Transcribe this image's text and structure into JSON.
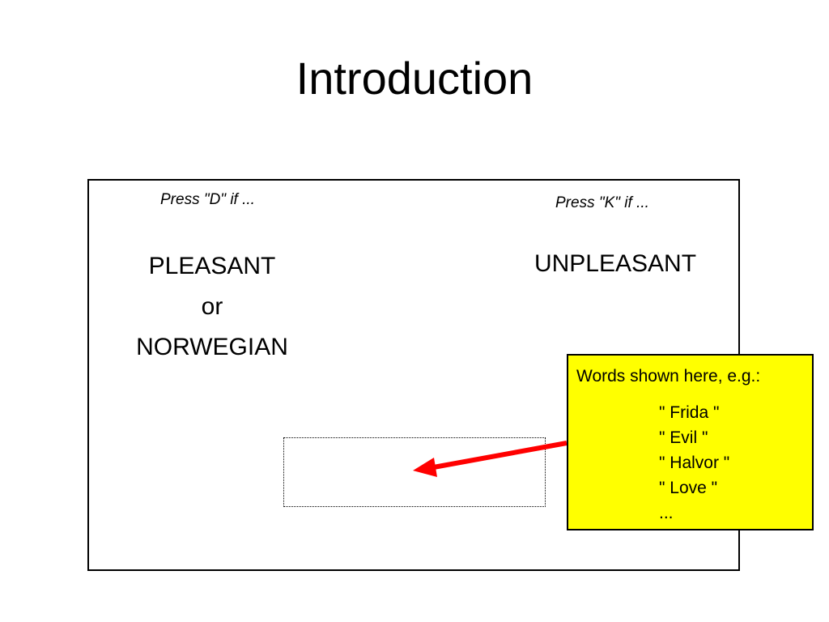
{
  "slide": {
    "title": "Introduction"
  },
  "screen": {
    "left_instruction": "Press \"D\" if ...",
    "right_instruction": "Press \"K\" if ...",
    "left_categories": [
      "PLEASANT",
      "or",
      "NORWEGIAN"
    ],
    "right_category": "UNPLEASANT"
  },
  "callout": {
    "heading": "Words shown here, e.g.:",
    "examples": [
      "\" Frida \"",
      "\" Evil \"",
      "\" Halvor \"",
      "\" Love \"",
      "..."
    ],
    "background_color": "#ffff00",
    "arrow_color": "#ff0000"
  }
}
